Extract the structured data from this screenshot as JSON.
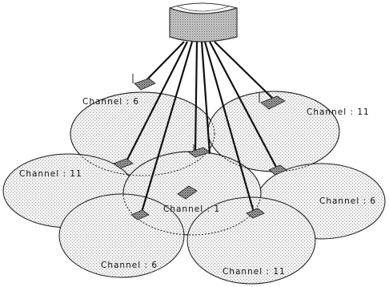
{
  "diagram": {
    "cells": [
      {
        "id": "cell-1",
        "channel_label": "Channel : 6"
      },
      {
        "id": "cell-2",
        "channel_label": "Channel : 11"
      },
      {
        "id": "cell-3",
        "channel_label": "Channel : 11"
      },
      {
        "id": "cell-4",
        "channel_label": "Channel : 1"
      },
      {
        "id": "cell-5",
        "channel_label": "Channel : 6"
      },
      {
        "id": "cell-6",
        "channel_label": "Channel : 6"
      },
      {
        "id": "cell-7",
        "channel_label": "Channel : 11"
      }
    ],
    "hub_icon": "network-switch-icon",
    "access_point_icon": "wireless-access-point-icon"
  }
}
